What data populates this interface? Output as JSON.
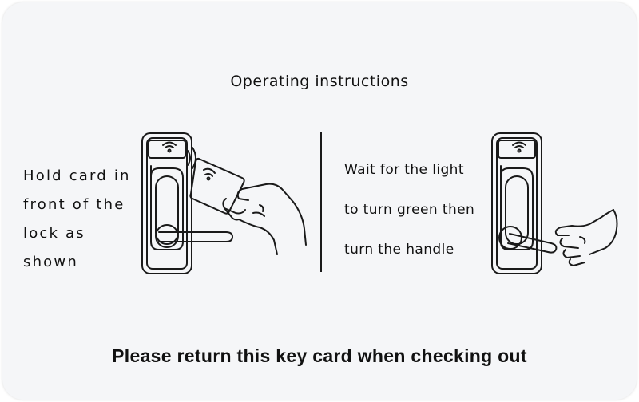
{
  "card": {
    "title": "Operating instructions",
    "left_instruction": {
      "lines": [
        "Hold card in",
        "front of the",
        "lock as",
        "shown"
      ]
    },
    "right_instruction": {
      "lines": [
        "Wait for the light",
        "to turn green then",
        "turn the handle"
      ]
    },
    "footer": "Please return this key card when checking out",
    "icons": [
      "door-lock-icon",
      "wireless-signal-icon",
      "key-card-icon",
      "hand-icon",
      "door-handle-icon"
    ]
  }
}
